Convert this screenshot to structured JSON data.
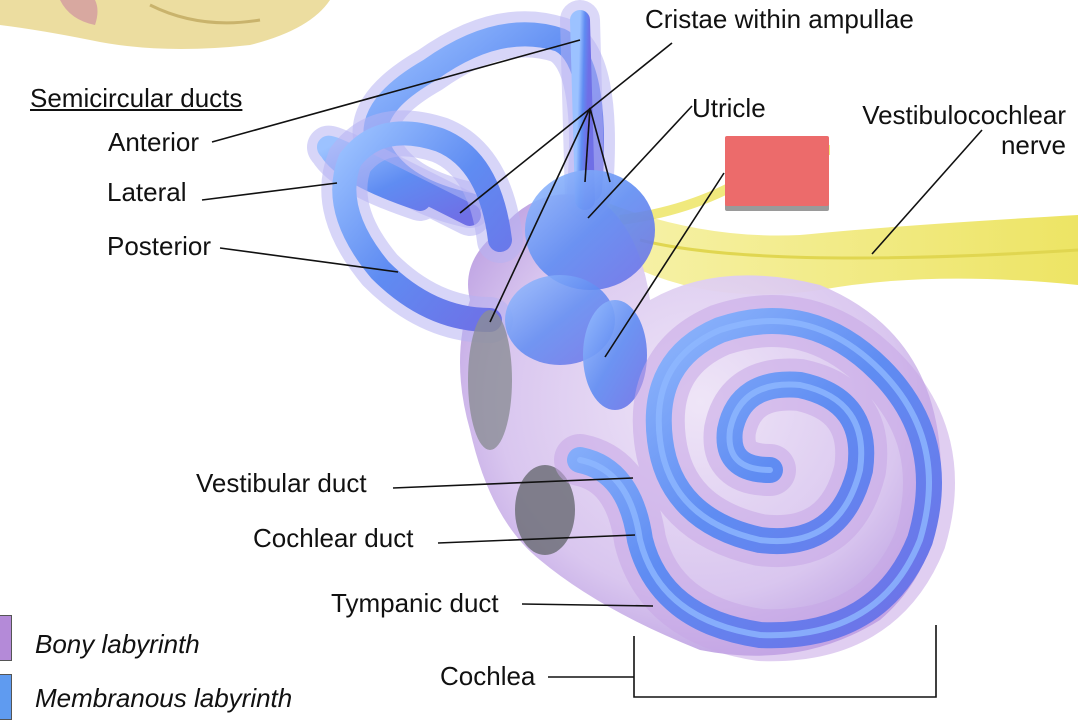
{
  "semicircular": {
    "heading": "Semicircular ducts",
    "anterior": "Anterior",
    "lateral": "Lateral",
    "posterior": "Posterior"
  },
  "labels": {
    "cristae": "Cristae within ampullae",
    "utricle": "Utricle",
    "nerve_line1": "Vestibulocochlear",
    "nerve_line2": "nerve",
    "vestibular_duct": "Vestibular duct",
    "cochlear_duct": "Cochlear duct",
    "tympanic_duct": "Tympanic duct",
    "cochlea": "Cochlea"
  },
  "legend": [
    {
      "label": "Bony labyrinth",
      "color": "#b48ad8"
    },
    {
      "label": "Membranous labyrinth",
      "color": "#5f9bf0"
    }
  ],
  "colors": {
    "membranous": "#5f8cf2",
    "bony": "#c7a6e6",
    "nerve": "#f0e870",
    "hidden_label_box": "#ec6b6b"
  }
}
